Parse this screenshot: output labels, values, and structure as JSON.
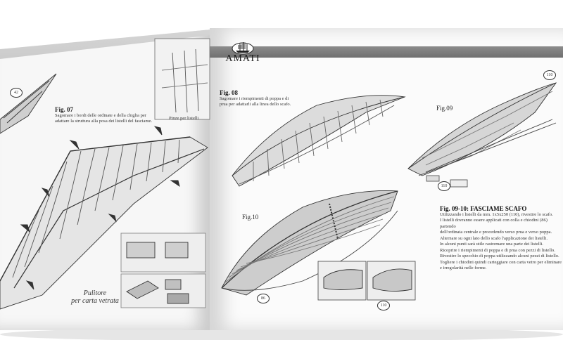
{
  "brand": {
    "name": "AMATI"
  },
  "left_page": {
    "fig07_title": "Fig. 07",
    "fig07_text": "Sagomare i bordi delle ordinate e della chiglia per adattare la struttura alla posa dei listelli del fasciame.",
    "pinze_label": "Pinze per listelli",
    "pulitore_label_1": "Pulitore",
    "pulitore_label_2": "per carta vetrata",
    "callout_42": "42"
  },
  "right_page": {
    "fig08_title": "Fig. 08",
    "fig08_text": "Sagomare i riempimenti di poppa e di prua per adattarli alla linea dello scafo.",
    "fig09_title": "Fig.09",
    "fig10_title": "Fig.10",
    "fig0910_heading": "Fig. 09-10: FASCIAME SCAFO",
    "fig0910_body": "Utilizzando i listelli da mm. 1x5x250 (110), rivestire lo scafo.\nI listelli dovranno essere applicati con colla e chiodini (86) partendo\ndell'ordinata centrale e procedendo verso prua e verso poppa.\nAlternare su ogni lato dello scafo l'applicazione dei listelli.\nIn alcuni punti sarà utile rastremare una parte dei listelli.\nRicoprire i riempimenti di poppa e di prua con pezzi di listello.\nRivestire lo specchio di poppa utilizzando alcuni pezzi di listello.\nTogliere i chiodini quindi carteggiare con carta vetro per eliminare\ne irregolarità nelle forme.",
    "callout_110": "110",
    "callout_86": "86"
  }
}
